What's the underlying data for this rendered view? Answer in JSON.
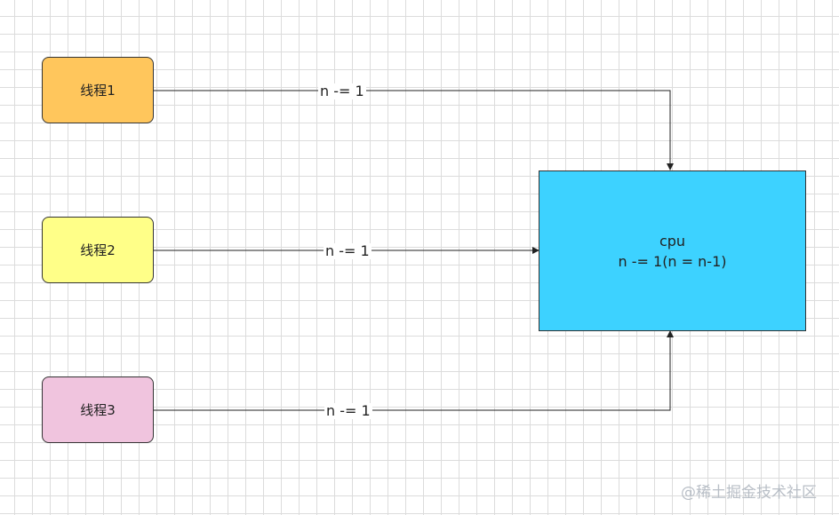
{
  "colors": {
    "thread1_fill": "#FFC65C",
    "thread2_fill": "#FFFF88",
    "thread3_fill": "#F0C4DE",
    "cpu_fill": "#3DD2FF",
    "line": "#222222"
  },
  "nodes": {
    "thread1": "线程1",
    "thread2": "线程2",
    "thread3": "线程3",
    "cpu_title": "cpu",
    "cpu_detail": "n -= 1(n = n-1)"
  },
  "edges": [
    {
      "from": "thread1",
      "to": "cpu",
      "label": "n -= 1"
    },
    {
      "from": "thread2",
      "to": "cpu",
      "label": "n -= 1"
    },
    {
      "from": "thread3",
      "to": "cpu",
      "label": "n -= 1"
    }
  ],
  "watermark": "@稀土掘金技术社区"
}
